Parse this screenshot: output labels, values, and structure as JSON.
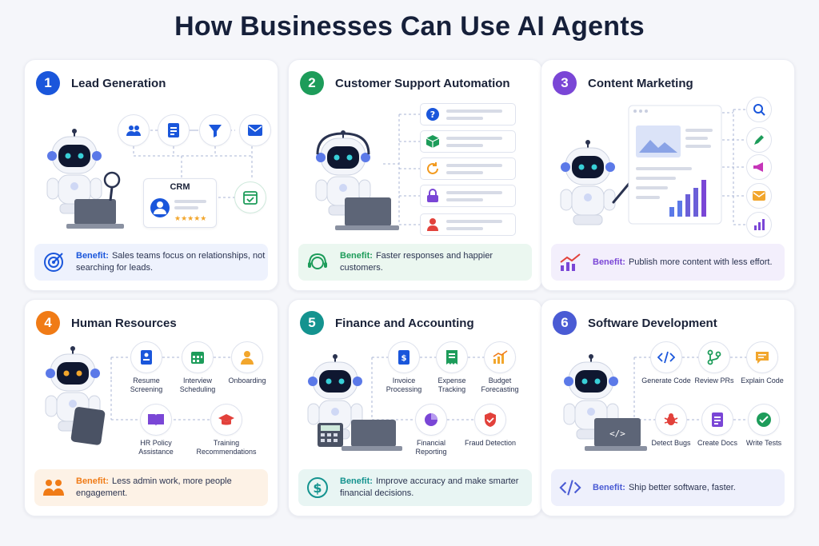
{
  "title": "How Businesses Can Use AI Agents",
  "colors": {
    "blue": "#1a56db",
    "green": "#1d9c5a",
    "purple": "#7a46d6",
    "orange": "#f07b16",
    "teal": "#14938f",
    "indigo": "#4a5bd4"
  },
  "cards": [
    {
      "num": "1",
      "title": "Lead Generation",
      "crm_label": "CRM",
      "icons": [
        "users-icon",
        "document-icon",
        "filter-icon",
        "email-icon",
        "calendar-check-icon"
      ],
      "benefit_label": "Benefit:",
      "benefit_text": "Sales teams focus on relationships, not searching for leads."
    },
    {
      "num": "2",
      "title": "Customer Support Automation",
      "icons": [
        "question-icon",
        "package-icon",
        "refresh-icon",
        "lock-icon",
        "person-icon"
      ],
      "benefit_label": "Benefit:",
      "benefit_text": "Faster responses and happier customers."
    },
    {
      "num": "3",
      "title": "Content Marketing",
      "icons": [
        "search-icon",
        "pencil-icon",
        "megaphone-icon",
        "email-icon",
        "bar-chart-icon"
      ],
      "benefit_label": "Benefit:",
      "benefit_text": "Publish more content with less effort."
    },
    {
      "num": "4",
      "title": "Human Resources",
      "items": [
        {
          "label": "Resume Screening",
          "icon": "resume-icon"
        },
        {
          "label": "Interview Scheduling",
          "icon": "calendar-icon"
        },
        {
          "label": "Onboarding",
          "icon": "person-icon"
        },
        {
          "label": "HR Policy Assistance",
          "icon": "book-icon"
        },
        {
          "label": "Training Recommendations",
          "icon": "graduation-cap-icon"
        }
      ],
      "benefit_label": "Benefit:",
      "benefit_text": "Less admin work, more people engagement."
    },
    {
      "num": "5",
      "title": "Finance and Accounting",
      "items": [
        {
          "label": "Invoice Processing",
          "icon": "invoice-icon"
        },
        {
          "label": "Expense Tracking",
          "icon": "receipt-icon"
        },
        {
          "label": "Budget Forecasting",
          "icon": "trend-chart-icon"
        },
        {
          "label": "Financial Reporting",
          "icon": "pie-chart-icon"
        },
        {
          "label": "Fraud Detection",
          "icon": "shield-alert-icon"
        }
      ],
      "benefit_label": "Benefit:",
      "benefit_text": "Improve accuracy and make smarter financial decisions."
    },
    {
      "num": "6",
      "title": "Software Development",
      "items": [
        {
          "label": "Generate Code",
          "icon": "code-icon"
        },
        {
          "label": "Review PRs",
          "icon": "git-branch-icon"
        },
        {
          "label": "Explain Code",
          "icon": "chat-icon"
        },
        {
          "label": "Detect Bugs",
          "icon": "bug-icon"
        },
        {
          "label": "Create Docs",
          "icon": "document-icon"
        },
        {
          "label": "Write Tests",
          "icon": "check-circle-icon"
        }
      ],
      "benefit_label": "Benefit:",
      "benefit_text": "Ship better software, faster."
    }
  ]
}
